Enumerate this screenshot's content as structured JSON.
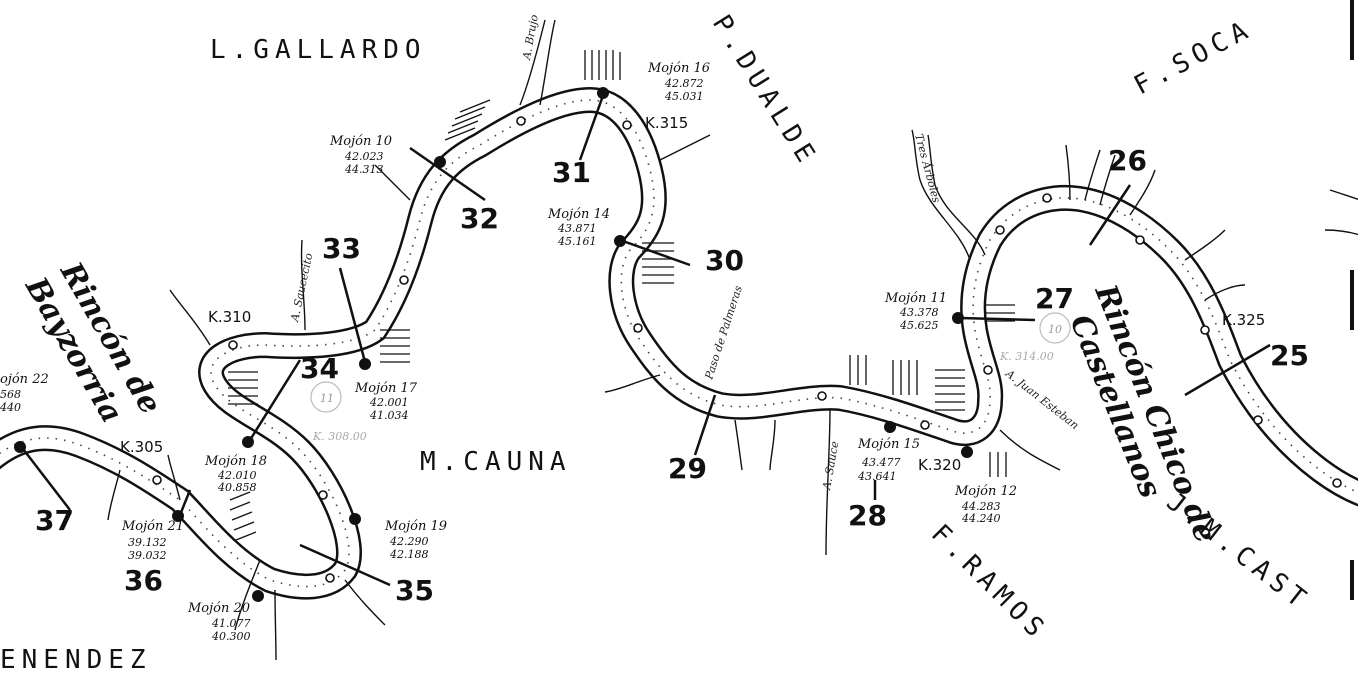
{
  "owners": [
    {
      "id": "l-gallardo",
      "text": "L.GALLARDO"
    },
    {
      "id": "p-dualde",
      "text": "P.DUALDE"
    },
    {
      "id": "f-soca",
      "text": "F.SOCA"
    },
    {
      "id": "m-cauna",
      "text": "M.CAUNA"
    },
    {
      "id": "f-ramos",
      "text": "F.RAMOS"
    },
    {
      "id": "j-m-cast",
      "text": "J.M.CAST"
    },
    {
      "id": "menendez",
      "text": "ENENDEZ"
    }
  ],
  "rincones": [
    {
      "id": "bayzorria-1",
      "text": "Rincón de"
    },
    {
      "id": "bayzorria-2",
      "text": "Bayzorria"
    },
    {
      "id": "castellanos-1",
      "text": "Rincón Chico de"
    },
    {
      "id": "castellanos-2",
      "text": "Castellanos"
    }
  ],
  "kilometers": [
    {
      "id": "k315",
      "text": "K.315"
    },
    {
      "id": "k310",
      "text": "K.310"
    },
    {
      "id": "k305",
      "text": "K.305"
    },
    {
      "id": "k320",
      "text": "K.320"
    },
    {
      "id": "k325",
      "text": "K.325"
    }
  ],
  "section_numbers": [
    "25",
    "26",
    "27",
    "28",
    "29",
    "30",
    "31",
    "32",
    "33",
    "34",
    "35",
    "36",
    "37"
  ],
  "mojones": [
    {
      "id": "mojon-10",
      "name": "Mojón 10",
      "v1": "42.023",
      "v2": "44.313"
    },
    {
      "id": "mojon-16",
      "name": "Mojón 16",
      "v1": "42.872",
      "v2": "45.031"
    },
    {
      "id": "mojon-14",
      "name": "Mojón 14",
      "v1": "43.871",
      "v2": "45.161"
    },
    {
      "id": "mojon-11",
      "name": "Mojón 11",
      "v1": "43.378",
      "v2": "45.625"
    },
    {
      "id": "mojon-17",
      "name": "Mojón 17",
      "v1": "42.001",
      "v2": "41.034"
    },
    {
      "id": "mojon-15",
      "name": "Mojón 15",
      "v1": "43.477",
      "v2": "43.641"
    },
    {
      "id": "mojon-12",
      "name": "Mojón 12",
      "v1": "44.283",
      "v2": "44.240"
    },
    {
      "id": "mojon-18",
      "name": "Mojón 18",
      "v1": "42.010",
      "v2": "40.858"
    },
    {
      "id": "mojon-19",
      "name": "Mojón 19",
      "v1": "42.290",
      "v2": "42.188"
    },
    {
      "id": "mojon-21",
      "name": "Mojón 21",
      "v1": "39.132",
      "v2": "39.032"
    },
    {
      "id": "mojon-20",
      "name": "Mojón 20",
      "v1": "41.077",
      "v2": "40.300"
    },
    {
      "id": "mojon-22",
      "name": "ojón 22",
      "v1": "568",
      "v2": "440"
    }
  ],
  "streams": [
    {
      "id": "tres-arboles",
      "text": "Tres Árboles"
    },
    {
      "id": "paso-palmeras",
      "text": "Paso de Palmeras"
    },
    {
      "id": "a-sauce",
      "text": "A. Sauce"
    },
    {
      "id": "juan-esteban",
      "text": "A. Juan Esteban"
    },
    {
      "id": "a-saucecito",
      "text": "A. Saucecito"
    },
    {
      "id": "a-brujo",
      "text": "A. Brujo"
    }
  ],
  "area_labels": [
    {
      "id": "circle-10",
      "text": "10"
    },
    {
      "id": "circle-11",
      "text": "11"
    },
    {
      "id": "area-314",
      "text": "K. 314.00"
    },
    {
      "id": "area-308",
      "text": "K. 308.00"
    }
  ]
}
